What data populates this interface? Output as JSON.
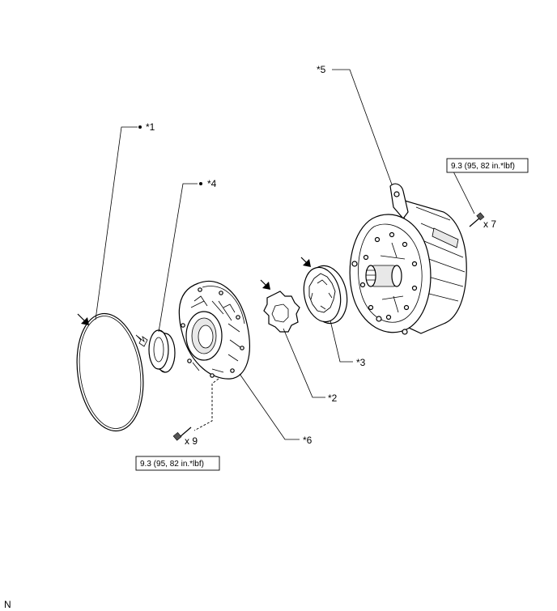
{
  "callouts": {
    "c1": "*1",
    "c2": "*2",
    "c3": "*3",
    "c4": "*4",
    "c5": "*5",
    "c6": "*6"
  },
  "torque_top": "9.3 (95, 82 in.*lbf)",
  "torque_bottom": "9.3 (95, 82 in.*lbf)",
  "qty_top": "x 7",
  "qty_bottom": "x 9",
  "corner_mark": "N"
}
